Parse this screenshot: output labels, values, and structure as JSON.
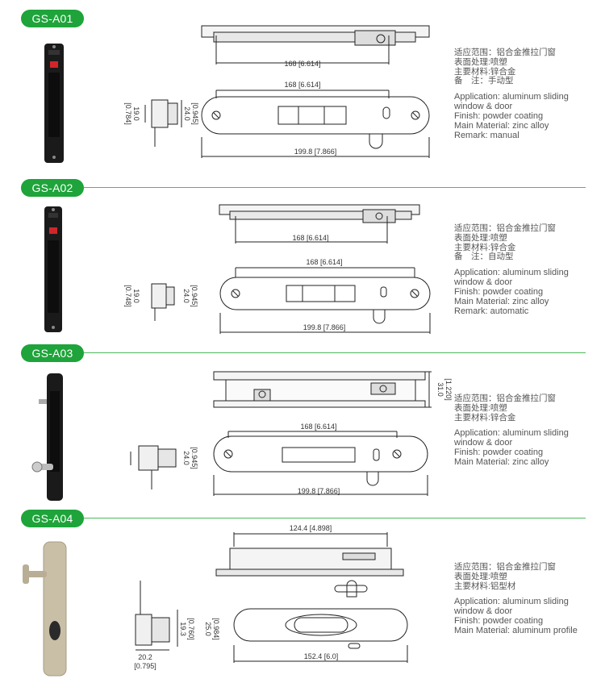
{
  "colors": {
    "brand_green": "#1ea43a",
    "rule_green": "#4cba5a",
    "handle_black": "#1a1a1a",
    "handle_beige": "#c9bfa6"
  },
  "products": [
    {
      "code": "GS-A01",
      "dims": {
        "top_len": "168 [6.614]",
        "plate_top_len": "168 [6.614]",
        "plate_total": "199.8 [7.866]",
        "side_w": "19.0",
        "side_w_in": "[0.784]",
        "side_h": "24.0",
        "side_h_in": "[0.945]"
      },
      "cn": [
        "适应范围：铝合金推拉门窗",
        "表面处理:喷塑",
        "主要材料:锌合金",
        "备　注：手动型"
      ],
      "en": [
        "Application: aluminum sliding",
        "window &  door",
        "Finish: powder coating",
        "Main Material: zinc alloy",
        "Remark: manual"
      ]
    },
    {
      "code": "GS-A02",
      "dims": {
        "top_len": "168 [6.614]",
        "plate_top_len": "168 [6.614]",
        "plate_total": "199.8 [7.866]",
        "side_w": "19.0",
        "side_w_in": "[0.748]",
        "side_h": "24.0",
        "side_h_in": "[0.945]"
      },
      "cn": [
        "适应范围：铝合金推拉门窗",
        "表面处理:喷塑",
        "主要材料:锌合金",
        "备　注：自动型"
      ],
      "en": [
        "Application: aluminum sliding",
        "window &  door",
        "Finish: powder coating",
        "Main Material: zinc alloy",
        "Remark: automatic"
      ]
    },
    {
      "code": "GS-A03",
      "dims": {
        "side_31": "31.0",
        "side_31_in": "[1.220]",
        "plate_top_len": "168 [6.614]",
        "plate_total": "199.8 [7.866]",
        "side_h": "24.0",
        "side_h_in": "[0.945]"
      },
      "cn": [
        "适应范围：铝合金推拉门窗",
        "表面处理:喷塑",
        "主要材料:锌合金"
      ],
      "en": [
        "Application: aluminum sliding",
        "window &  door",
        "Finish: powder coating",
        "Main Material: zinc alloy"
      ]
    },
    {
      "code": "GS-A04",
      "dims": {
        "top_len": "124.4 [4.898]",
        "plate_total": "152.4 [6.0]",
        "side_h1": "25.0",
        "side_h1_in": "[0.984]",
        "side_h2": "19.3",
        "side_h2_in": "[0.760]",
        "side_w": "20.2",
        "side_w_in": "[0.795]"
      },
      "cn": [
        "适应范围：铝合金推拉门窗",
        "表面处理:喷塑",
        "主要材料:铝型材"
      ],
      "en": [
        "Application: aluminum sliding",
        "window &  door",
        "Finish: powder coating",
        "Main Material: aluminum profile"
      ]
    }
  ]
}
